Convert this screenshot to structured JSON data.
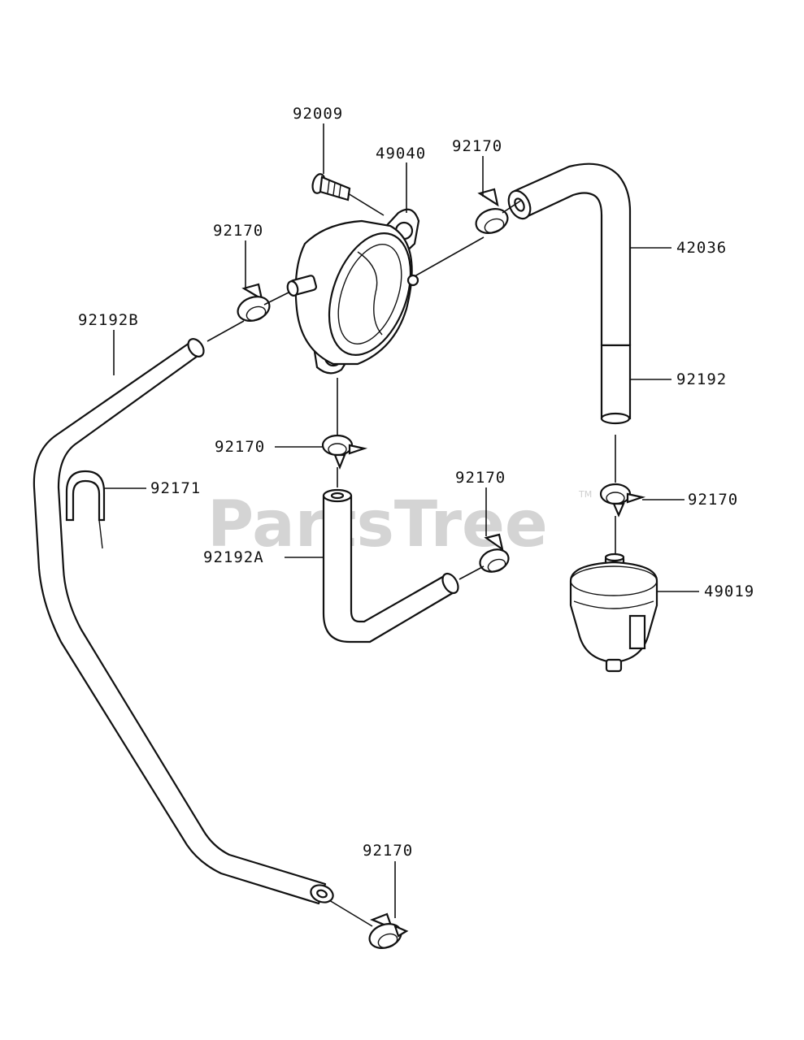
{
  "watermark": {
    "text": "PartsTree",
    "trademark": "TM"
  },
  "labels": {
    "screw": "92009",
    "fuel_pump": "49040",
    "clamp_pump_left": "92170",
    "clamp_top_right": "92170",
    "hose_elbow_right": "42036",
    "hose_right": "92192",
    "hose_long_left": "92192B",
    "clip": "92171",
    "clamp_pump_bottom": "92170",
    "clamp_middle": "92170",
    "hose_middle": "92192A",
    "clamp_filter": "92170",
    "fuel_filter": "49019",
    "clamp_bottom": "92170"
  }
}
